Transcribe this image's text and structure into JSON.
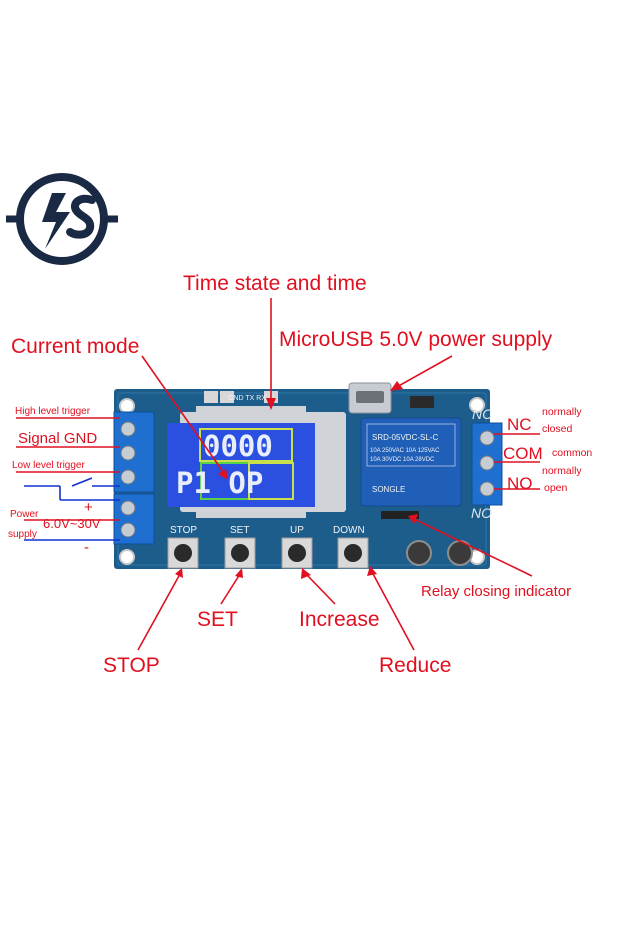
{
  "logo": {
    "icon": "power-plug-logo-icon",
    "color": "#1a2a44"
  },
  "labels": {
    "time_state": "Time state and time",
    "current_mode": "Current mode",
    "microusb": "MicroUSB 5.0V power supply",
    "high_level_trigger": "High level trigger",
    "signal_gnd": "Signal GND",
    "low_level_trigger": "Low level trigger",
    "power_supply_line1": "Power",
    "power_supply_line2": "supply",
    "voltage_range": "6.0V~30V",
    "plus": "+",
    "minus": "-",
    "nc": "NC",
    "nc_desc_line1": "normally",
    "nc_desc_line2": "closed",
    "com": "COM",
    "com_desc": "common",
    "no": "NO",
    "no_desc_line1": "normally",
    "no_desc_line2": "open",
    "relay_indicator": "Relay closing indicator",
    "set": "SET",
    "stop": "STOP",
    "increase": "Increase",
    "reduce": "Reduce"
  },
  "board": {
    "button_stop": "STOP",
    "button_set": "SET",
    "button_up": "UP",
    "button_down": "DOWN",
    "header_text": "GND TX RX",
    "nc_silk": "NC",
    "no_silk": "NO",
    "relay_model": "SRD-05VDC-SL-C",
    "relay_brand": "SONGLE",
    "relay_spec_1": "10A 250VAC 10A 125VAC",
    "relay_spec_2": "10A 30VDC 10A 28VDC",
    "lcd_top": "0000",
    "lcd_bottom": "P1 OP"
  },
  "colors": {
    "annotation": "#e01020",
    "pcb": "#1d5d8c",
    "lcd": "#2b4fe0",
    "relay": "#1f5fb8",
    "terminal": "#1e6fcf"
  }
}
